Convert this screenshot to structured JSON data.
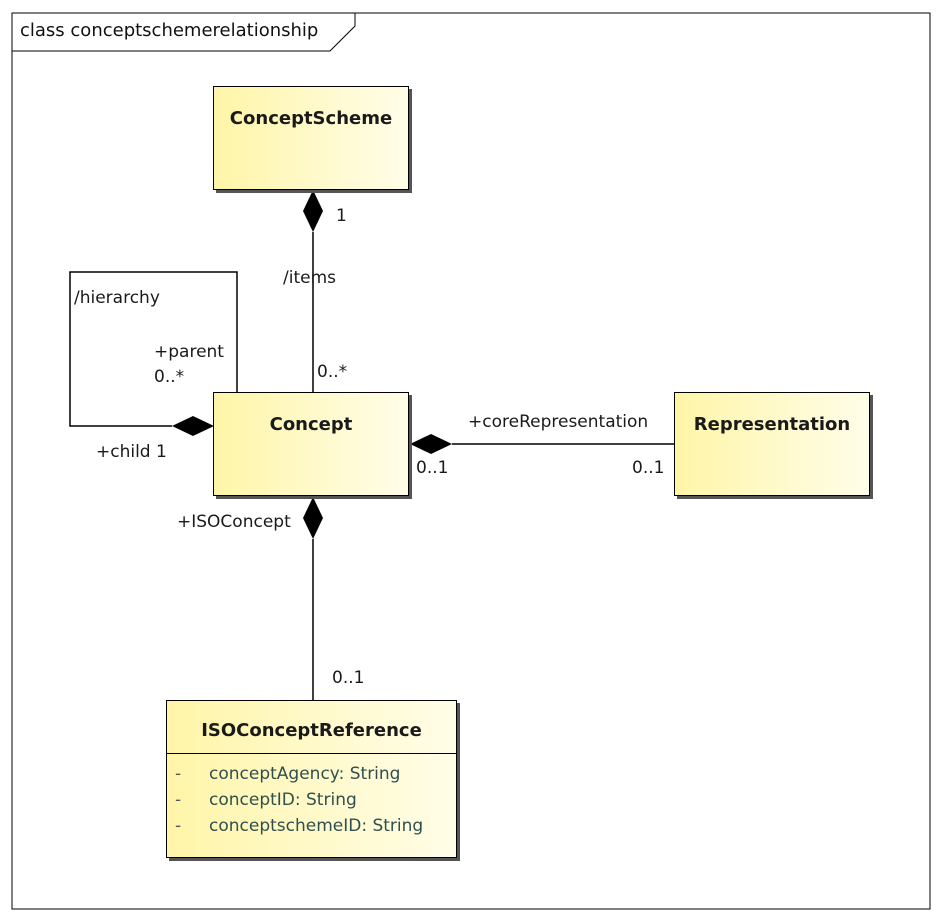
{
  "frame": {
    "title": "class conceptschemerelationship"
  },
  "classes": {
    "concept_scheme": {
      "name": "ConceptScheme"
    },
    "concept": {
      "name": "Concept"
    },
    "representation": {
      "name": "Representation"
    },
    "iso_concept_reference": {
      "name": "ISOConceptReference",
      "attributes": [
        {
          "visibility": "-",
          "text": "conceptAgency: String"
        },
        {
          "visibility": "-",
          "text": "conceptID: String"
        },
        {
          "visibility": "-",
          "text": "conceptschemeID: String"
        }
      ]
    }
  },
  "associations": {
    "items": {
      "name": "/items",
      "source_multiplicity": "1",
      "target_multiplicity": "0..*"
    },
    "hierarchy": {
      "name": "/hierarchy",
      "parent_role": "+parent",
      "parent_multiplicity": "0..*",
      "child_role": "+child",
      "child_multiplicity": "1"
    },
    "core_representation": {
      "role": "+coreRepresentation",
      "source_multiplicity": "0..1",
      "target_multiplicity": "0..1"
    },
    "iso_concept": {
      "role": "+ISOConcept",
      "target_multiplicity": "0..1"
    }
  },
  "colors": {
    "class_fill": "#fff5a8",
    "line": "#000000",
    "attribute_text": "#2f4f4f"
  }
}
